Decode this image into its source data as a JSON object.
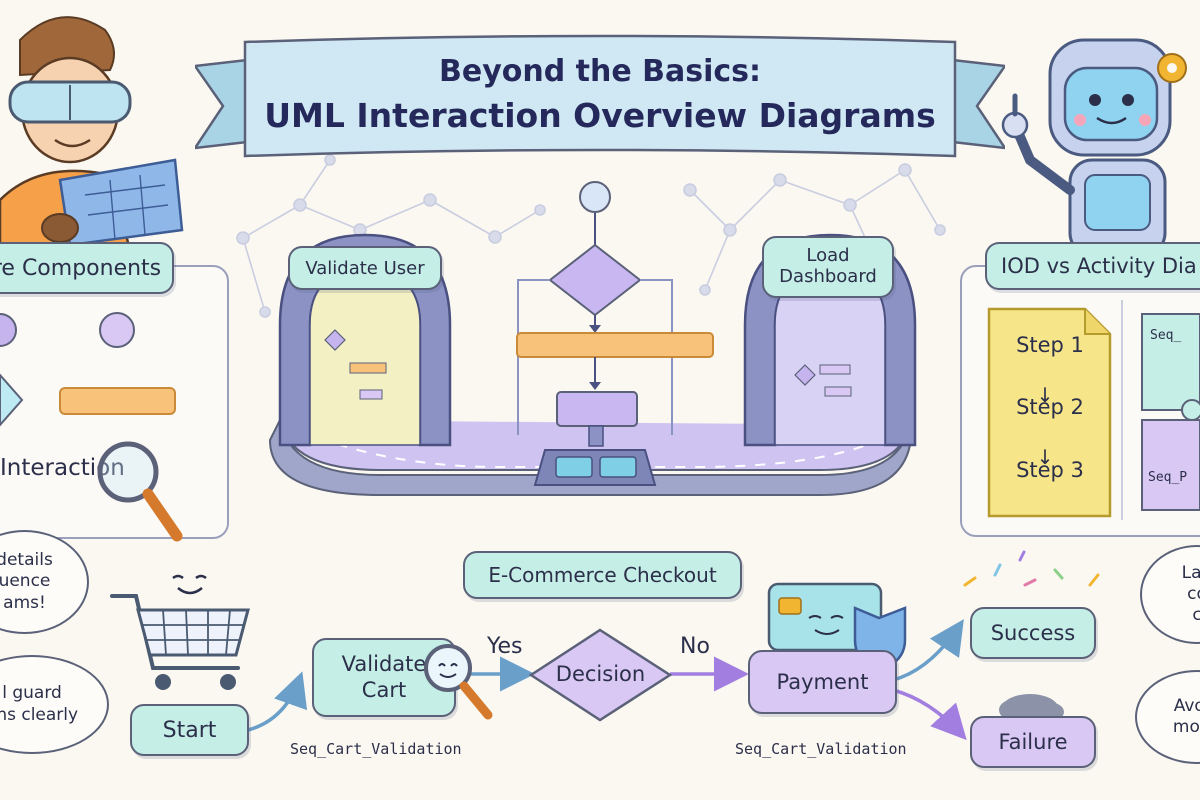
{
  "banner": {
    "line1": "Beyond the Basics:",
    "line2": "UML Interaction Overview Diagrams"
  },
  "left_panel": {
    "title": "re Components",
    "magnifier_label": "Interaction"
  },
  "tunnel_section": {
    "left_label": "Validate User",
    "right_label_line1": "Load",
    "right_label_line2": "Dashboard"
  },
  "right_panel": {
    "title": "IOD vs Activity Dia",
    "steps": [
      "Step 1",
      "Step 2",
      "Step 3"
    ],
    "puzzle_top": "Seq_",
    "puzzle_bottom": "Seq_P"
  },
  "left_bubbles": {
    "top_lines": [
      "details",
      "uence",
      "ams!"
    ],
    "bottom_lines": [
      "l guard",
      "ons clearly"
    ]
  },
  "checkout": {
    "title": "E-Commerce Checkout",
    "start": "Start",
    "validate_line1": "Validate",
    "validate_line2": "Cart",
    "validate_note": "Seq_Cart_Validation",
    "yes": "Yes",
    "decision": "Decision",
    "no": "No",
    "payment": "Payment",
    "payment_note": "Seq_Cart_Validation",
    "success": "Success",
    "failure": "Failure"
  },
  "right_bubbles": {
    "top_lines": [
      "Lab",
      "co",
      "c"
    ],
    "bottom_lines": [
      "Avoid",
      "mode"
    ]
  },
  "colors": {
    "teal": "#c5eee6",
    "lavender": "#d9c8f3",
    "orange": "#f8c27a",
    "yellow": "#f7e58a",
    "banner": "#cfe8f3",
    "purple": "#b9a6ec"
  }
}
